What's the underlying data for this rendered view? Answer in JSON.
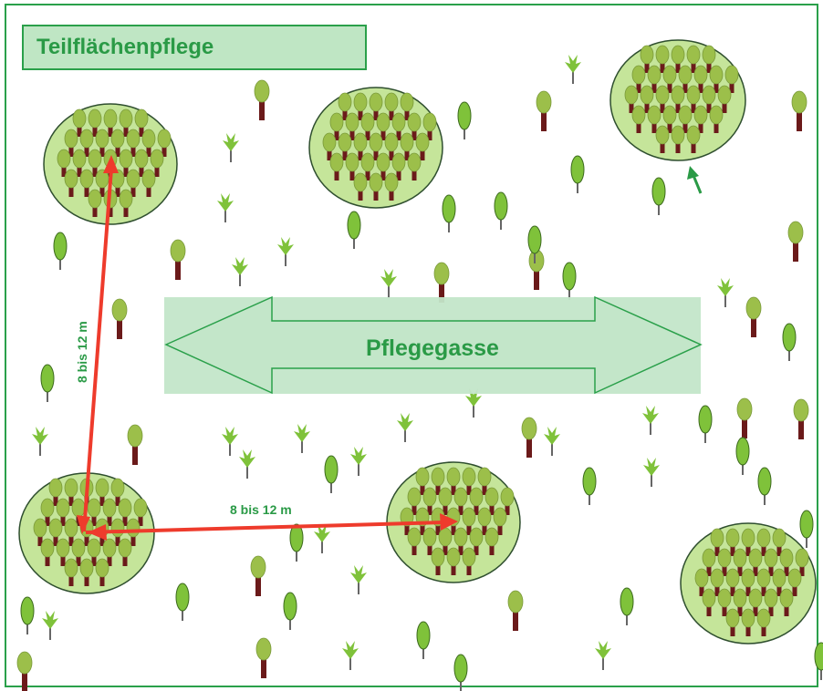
{
  "title": "Teilflächenpflege",
  "lane_label": "Pflegegasse",
  "distance_vertical": "8 bis 12 m",
  "distance_horizontal": "8 bis 12 m",
  "colors": {
    "border": "#2aa04a",
    "title_fill": "#bfe6c4",
    "lane_fill": "#c3e6c9",
    "accent_green": "#2a9a46",
    "arrow_red": "#ee3b2c",
    "cluster_fill": "#c5e59a",
    "tree_crown": "#9cbf4a",
    "tree_trunk": "#6b1a1a",
    "young_tree": "#7fc23a"
  },
  "icons": [
    "tree-cluster-icon",
    "mature-tree-icon",
    "sapling-icon",
    "deciduous-tree-icon",
    "pointer-arrow-icon"
  ]
}
